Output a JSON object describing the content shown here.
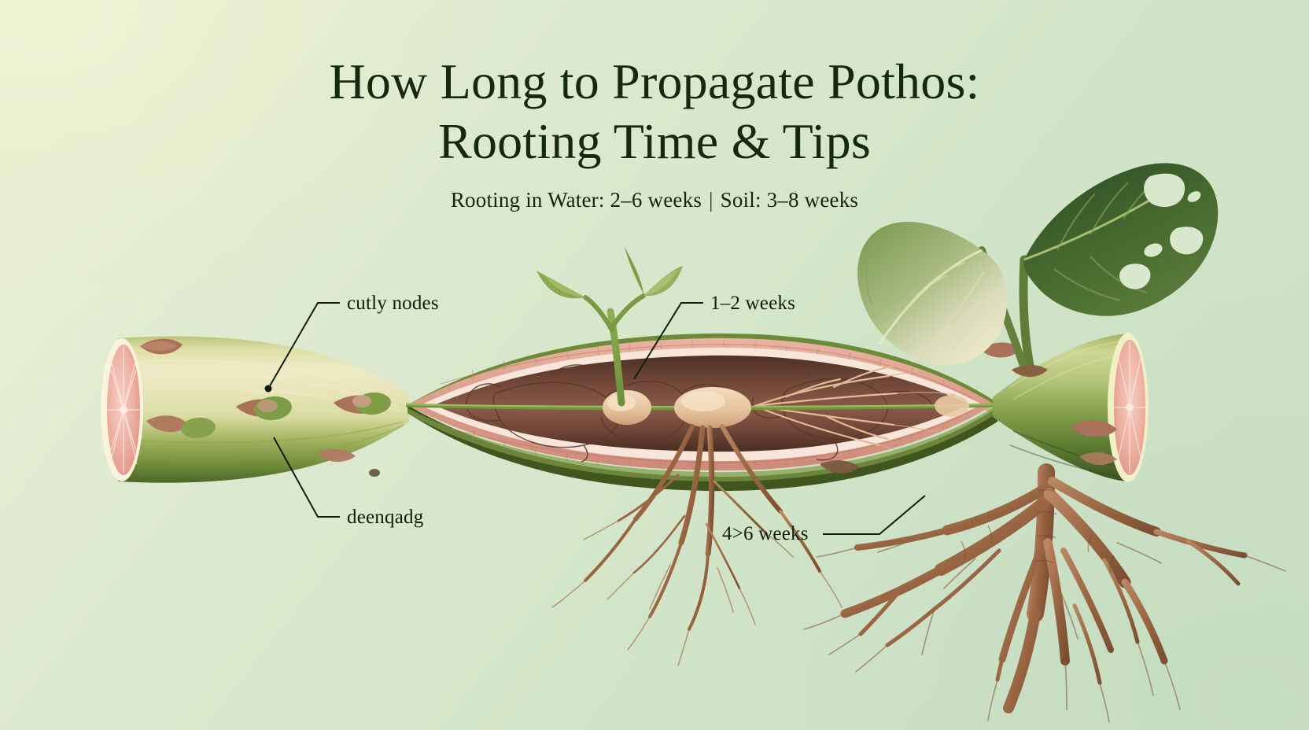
{
  "header": {
    "title_line1": "How Long to Propagate Pothos:",
    "title_line2": "Rooting Time & Tips",
    "subtitle_left": "Rooting in Water: 2–6 weeks",
    "subtitle_separator": "|",
    "subtitle_right": "Soil: 3–8 weeks"
  },
  "annotations": {
    "nodes": "cutly nodes",
    "damage": "deenqadg",
    "shoot_time": "1–2 weeks",
    "root_time": "4>6 weeks"
  },
  "colors": {
    "background_light": "#eef2d6",
    "background_mid": "#dfead0",
    "background_deep": "#c5ddbf",
    "title_text": "#15290e",
    "label_text": "#101c08",
    "stem_outer_green": "#6f8c3b",
    "stem_light_green": "#cfd694",
    "stem_cream": "#e9e3c0",
    "stem_dark_green": "#41551f",
    "cut_face_pink": "#f0b5ab",
    "cut_face_rim": "#fbf3da",
    "inner_cavity_brown": "#6a4436",
    "inner_cell_pink": "#e2a393",
    "inner_membrane": "#f6e2d6",
    "root_brown": "#a5704c",
    "root_dark": "#7d4f33",
    "rootlet_tan": "#e8c39f",
    "leaf_dark": "#3f6030",
    "leaf_light": "#9cb178",
    "leaf_cream": "#e5e5c6",
    "node_bud_brown": "#a9705a",
    "leader_line": "#101c08"
  },
  "chart_data": {
    "type": "diagram",
    "title": "How Long to Propagate Pothos: Rooting Time & Tips",
    "subtitle": "Rooting in Water: 2–6 weeks | Soil: 3–8 weeks",
    "callouts": [
      {
        "label": "cutly nodes",
        "position": "upper-left"
      },
      {
        "label": "deenqadg",
        "position": "lower-left"
      },
      {
        "label": "1–2 weeks",
        "position": "upper-right"
      },
      {
        "label": "4>6 weeks",
        "position": "lower-right"
      }
    ]
  }
}
